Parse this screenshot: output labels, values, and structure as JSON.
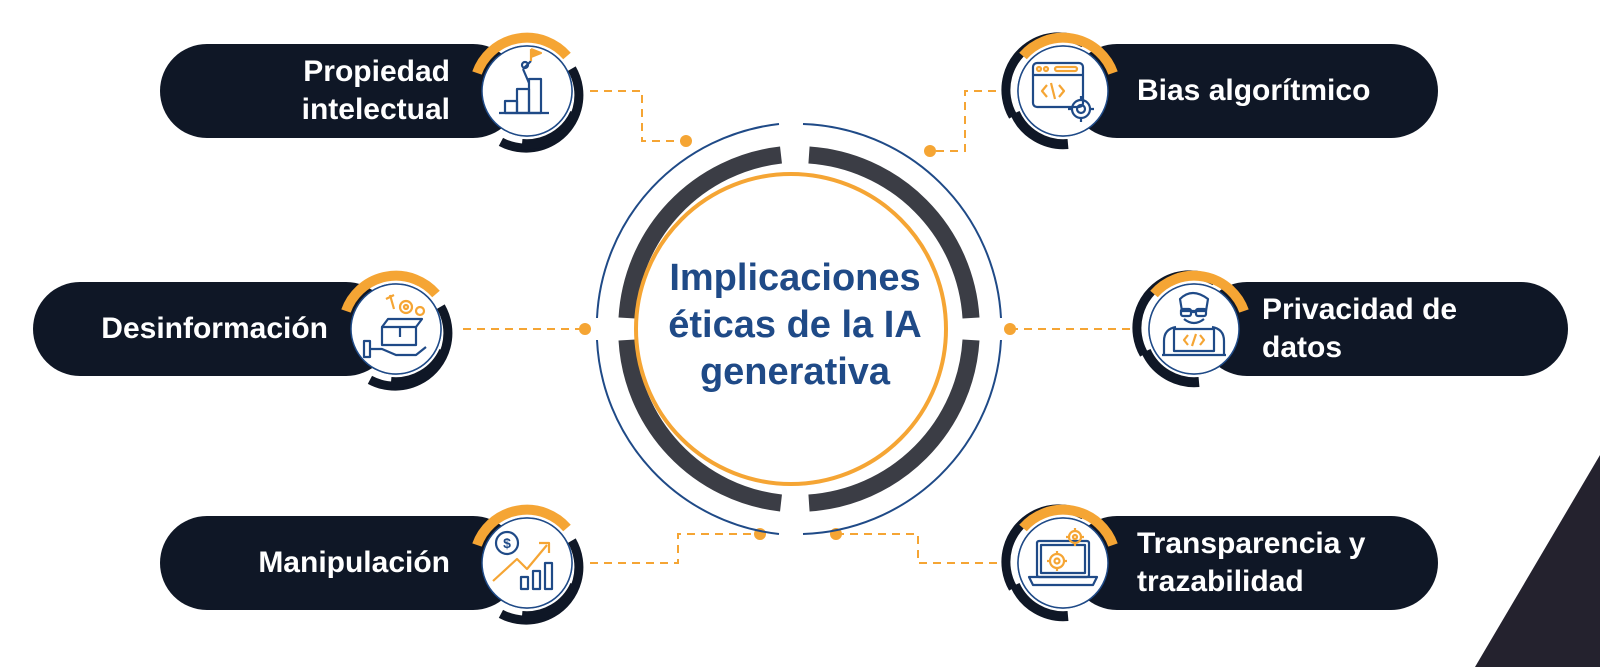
{
  "center": {
    "title_lines": [
      "Implicaciones",
      "éticas de la IA",
      "generativa"
    ]
  },
  "items": [
    {
      "id": "propiedad",
      "lines": [
        "Propiedad",
        "intelectual"
      ],
      "icon": "climbing-stairs-flag-icon"
    },
    {
      "id": "desinformacion",
      "lines": [
        "Desinformación"
      ],
      "icon": "hand-box-gears-icon"
    },
    {
      "id": "manipulacion",
      "lines": [
        "Manipulación"
      ],
      "icon": "dollar-growth-chart-icon"
    },
    {
      "id": "bias",
      "lines": [
        "Bias algorítmico"
      ],
      "icon": "code-window-gear-icon"
    },
    {
      "id": "privacidad",
      "lines": [
        "Privacidad de",
        "datos"
      ],
      "icon": "developer-laptop-icon"
    },
    {
      "id": "transparencia",
      "lines": [
        "Transparencia y",
        "trazabilidad"
      ],
      "icon": "laptop-gears-icon"
    }
  ],
  "colors": {
    "navy": "#0f1726",
    "orange": "#f5a534",
    "blue": "#1f4a87",
    "ring_gray": "#3b3d45",
    "corner_dark": "#24222e"
  }
}
